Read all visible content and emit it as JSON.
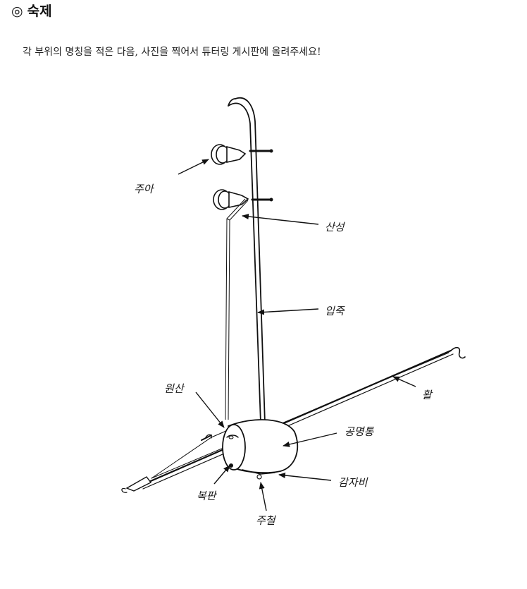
{
  "heading": {
    "mark": "◎",
    "title": "숙제"
  },
  "instruction": "각 부위의 명칭을 적은 다음, 사진을 찍어서 튜터링 게시판에 올려주세요!",
  "labels": {
    "jua": "주아",
    "sanseong": "산성",
    "ipjuk": "입죽",
    "hwal": "활",
    "wonsan": "원산",
    "gongmyeongtong": "공명통",
    "gamjabi": "감자비",
    "bokpan": "복판",
    "jucheol": "주철"
  }
}
